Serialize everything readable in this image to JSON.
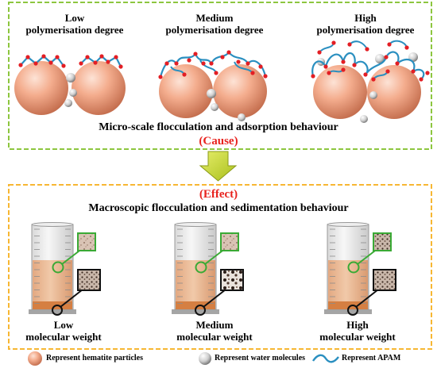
{
  "top_panel": {
    "columns": [
      {
        "line1": "Low",
        "line2": "polymerisation degree"
      },
      {
        "line1": "Medium",
        "line2": "polymerisation degree"
      },
      {
        "line1": "High",
        "line2": "polymerisation degree"
      }
    ],
    "caption": "Micro-scale flocculation and adsorption behaviour",
    "tag": "(Cause)"
  },
  "bottom_panel": {
    "tag": "(Effect)",
    "caption": "Macroscopic flocculation and sedimentation behaviour",
    "columns": [
      {
        "line1": "Low",
        "line2": "molecular weight"
      },
      {
        "line1": "Medium",
        "line2": "molecular weight"
      },
      {
        "line1": "High",
        "line2": "molecular weight"
      }
    ]
  },
  "legend": {
    "hematite": "Represent hematite particles",
    "water": "Represent water molecules",
    "apam": "Represent APAM"
  },
  "colors": {
    "panel_border": "#8dc63f",
    "effect_border": "#f7b733",
    "cause_effect_text": "#e8231e",
    "arrow_fill": "#c5d82a",
    "sphere": "#f0a284",
    "polymer": "#2a8fc0",
    "bead": "#e31e24",
    "sediment": "#e9b893",
    "sediment_base": "#d57f42",
    "callout": "#3aaa35"
  }
}
